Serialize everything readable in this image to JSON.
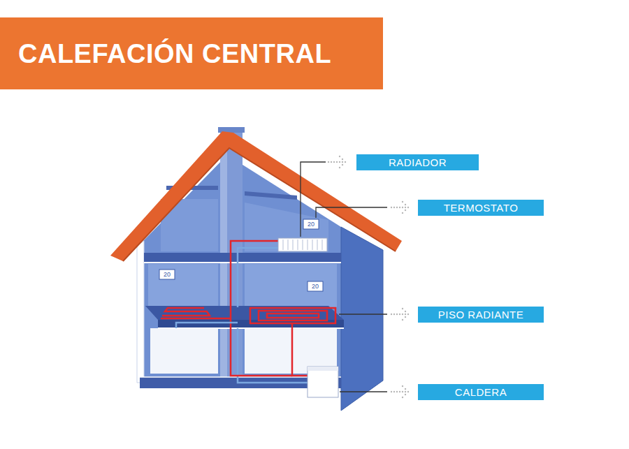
{
  "diagram": {
    "title": "CALEFACIÓN CENTRAL",
    "nodes": [
      {
        "text": [
          "RADIADOR"
        ]
      },
      {
        "text": [
          "TERMOSTATO"
        ]
      },
      {
        "text": [
          "PISO RADIANTE"
        ]
      },
      {
        "text": [
          "CALDERA"
        ]
      }
    ],
    "labels": [
      "20",
      "20",
      "20"
    ]
  }
}
